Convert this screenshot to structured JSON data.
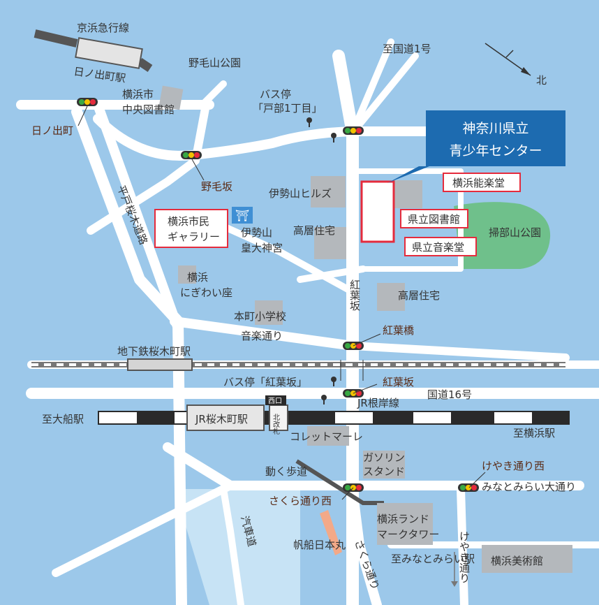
{
  "callout": {
    "line1": "神奈川県立",
    "line2": "青少年センター"
  },
  "compass": {
    "label": "北"
  },
  "labels": {
    "keikyu": "京浜急行線",
    "hinodecho_st": "日ノ出町駅",
    "hinodecho": "日ノ出町",
    "nogeyama_park": "野毛山公園",
    "route1": "至国道1号",
    "library_central_1": "横浜市",
    "library_central_2": "中央図書館",
    "bus_tobe_1": "バス停",
    "bus_tobe_2": "「戸部1丁目」",
    "nogezaka": "野毛坂",
    "hirado": "平戸桜木道路",
    "isezaki_hills": "伊勢山ヒルズ",
    "gallery_1": "横浜市民",
    "gallery_2": "ギャラリー",
    "shrine_1": "伊勢山",
    "shrine_2": "皇大神宮",
    "highrise_1": "高層住宅",
    "nigiwai_1": "横浜",
    "nigiwai_2": "にぎわい座",
    "momiji_vert": "紅葉坂",
    "highrise_2": "高層住宅",
    "honmachi": "本町小学校",
    "ongaku": "音楽通り",
    "momiji_bridge": "紅葉橋",
    "subway": "地下鉄桜木町駅",
    "bus_momiji": "バス停「紅葉坂」",
    "momijizaka": "紅葉坂",
    "route16": "国道16号",
    "jr_negishi": "JR根岸線",
    "to_ofuna": "至大船駅",
    "jr_sakuragicho": "JR桜木町駅",
    "west_exit": "西口",
    "north_gate": "北改札",
    "to_yokohama": "至横浜駅",
    "collette": "コレットマーレ",
    "gas_1": "ガソリン",
    "gas_2": "スタンド",
    "moving_walk": "動く歩道",
    "keyaki_west": "けやき通り西",
    "minatomirai_ave": "みなとみらい大通り",
    "sakura_west": "さくら通り西",
    "landmark_1": "横浜ランド",
    "landmark_2": "マークタワー",
    "kisha": "汽車道",
    "nipponmaru": "帆船日本丸",
    "sakura_st": "さくら通り",
    "to_minatomirai": "至みなとみらい駅",
    "keyaki_st": "けやき通り",
    "art_museum": "横浜美術館",
    "noh": "横浜能楽堂",
    "kaminbu_park": "掃部山公園",
    "pref_library": "県立図書館",
    "pref_music": "県立音楽堂",
    "shrine_mark": "⛩"
  },
  "colors": {
    "water": "#9cc8ea",
    "road": "#ffffff",
    "building": "#b4b8bc",
    "park": "#6fc08b",
    "accent_blue": "#1d6bb0",
    "highlight_red": "#e52b3c",
    "rail_dark": "#2a2a2a"
  },
  "icons": {
    "traffic_light": "traffic-light-icon",
    "bus_stop": "bus-stop-icon",
    "shrine": "shrine-icon",
    "compass": "north-arrow-icon"
  }
}
